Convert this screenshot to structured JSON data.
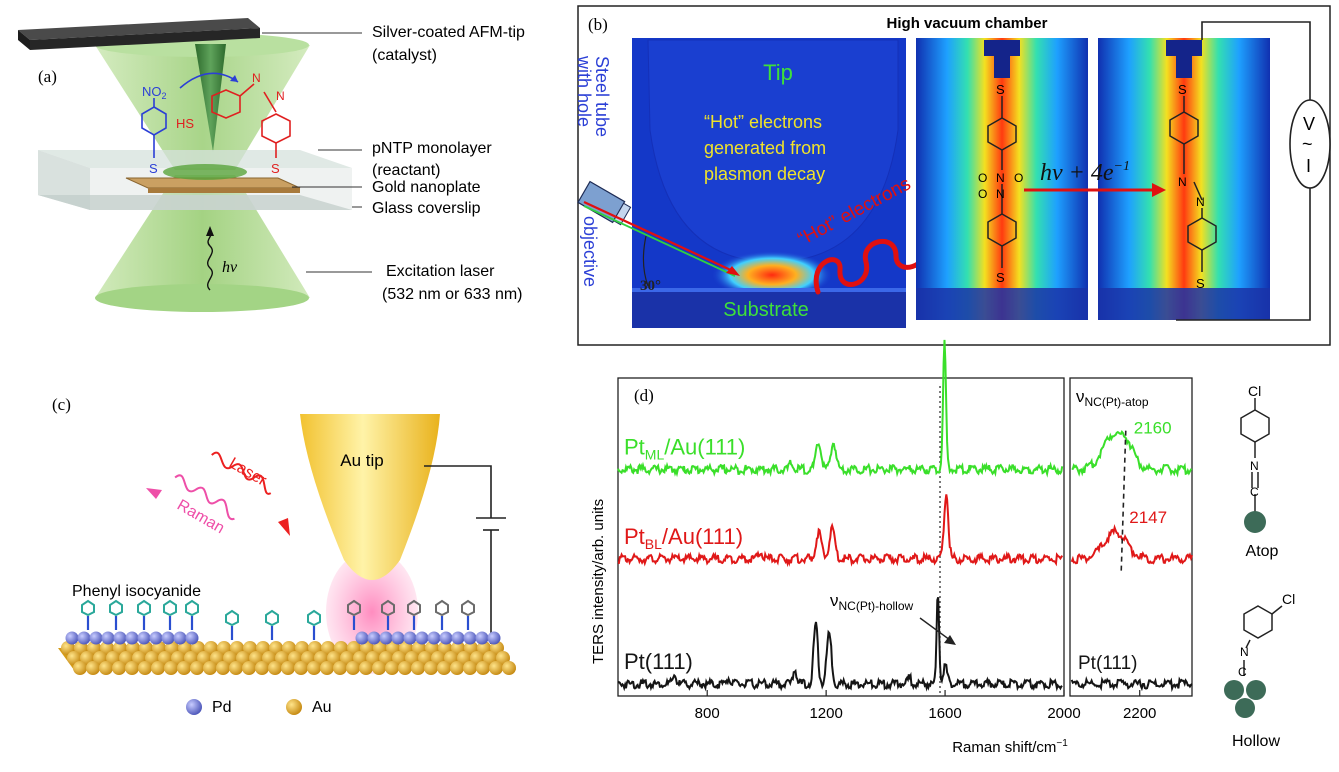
{
  "panel_a": {
    "label": "(a)",
    "callouts": {
      "tip": "Silver-coated AFM-tip",
      "tip_note": "(catalyst)",
      "monolayer": "pNTP monolayer",
      "monolayer_note": "(reactant)",
      "nanoplate": "Gold nanoplate",
      "coverslip": "Glass coverslip",
      "laser": "Excitation laser",
      "laser_note": "(532 nm or 633 nm)"
    },
    "molecule_left": {
      "top": "NO",
      "sub": "2",
      "sulfur": "S"
    },
    "molecule_right": {
      "thiol": "HS",
      "n1": "N",
      "n2": "N",
      "sulfur": "S"
    },
    "photon": "hν",
    "colors": {
      "beam": "#a9d98a",
      "cone_dark": "#3e7d3a",
      "left_mol": "#2b3fd6",
      "right_mol": "#e02020",
      "plate": "#c79a55"
    }
  },
  "panel_b": {
    "label": "(b)",
    "title": "High vacuum chamber",
    "tube_label_1": "Steel tube",
    "tube_label_2": "with hole",
    "objective": "objective",
    "tip": "Tip",
    "hot_line1": "“Hot” electrons",
    "hot_line2": "generated from",
    "hot_line3": "plasmon decay",
    "angle": "30°",
    "substrate": "Substrate",
    "hot_label": "“Hot” electrons",
    "reaction": "hν + 4e",
    "reaction_sup": "−1",
    "meter_v": "V",
    "meter_tilde": "~",
    "meter_i": "I",
    "atoms": {
      "s": "S",
      "n": "N",
      "o": "O"
    },
    "colors": {
      "field": "#1438c8",
      "hot": "#e01010",
      "accent": "#20d040"
    }
  },
  "panel_c": {
    "label": "(c)",
    "tip": "Au tip",
    "laser": "Laser",
    "raman": "Raman",
    "molecule": "Phenyl isocyanide",
    "legend": [
      {
        "name": "Pd",
        "color": "#6f78d8"
      },
      {
        "name": "Au",
        "color": "#d8a21c"
      }
    ]
  },
  "panel_d": {
    "label": "(d)",
    "atop_title": "ν",
    "atop_sub": "NC(Pt)-atop",
    "hollow_title": "ν",
    "hollow_sub": "NC(Pt)-hollow",
    "structures": {
      "atop": "Atop",
      "hollow": "Hollow",
      "cl": "Cl",
      "n": "N",
      "c": "C"
    },
    "chart_data": {
      "type": "line",
      "xlabel": "Raman shift/cm",
      "xlabel_sup": "−1",
      "ylabel": "TERS intensity/arb. units",
      "xlim": [
        500,
        2350
      ],
      "axis_break_at": 2000,
      "xticks": [
        800,
        1200,
        1600,
        2000,
        2200
      ],
      "reference_line": 1583,
      "series": [
        {
          "name": "Pt",
          "name_sub": "ML",
          "name_rest": "/Au(111)",
          "color": "#3adf2a",
          "offset": 0.72,
          "peaks": [
            [
              1175,
              0.09,
              12
            ],
            [
              1225,
              0.09,
              12
            ],
            [
              1082,
              0.02,
              8
            ],
            [
              1598,
              0.42,
              7
            ],
            [
              2120,
              0.11,
              40
            ],
            [
              2165,
              0.07,
              30
            ]
          ],
          "annotation": "2160",
          "annotation_x": 2160
        },
        {
          "name": "Pt",
          "name_sub": "BL",
          "name_rest": "/Au(111)",
          "color": "#e01818",
          "offset": 0.42,
          "peaks": [
            [
              1175,
              0.09,
              12
            ],
            [
              1220,
              0.1,
              13
            ],
            [
              980,
              0.02,
              10
            ],
            [
              1604,
              0.22,
              10
            ],
            [
              2130,
              0.09,
              45
            ]
          ],
          "annotation": "2147",
          "annotation_x": 2147
        },
        {
          "name": "Pt(111)",
          "name_sub": "",
          "name_rest": "",
          "color": "#151515",
          "offset": 0.0,
          "peaks": [
            [
              690,
              0.03,
              8
            ],
            [
              870,
              0.02,
              8
            ],
            [
              1095,
              0.05,
              9
            ],
            [
              1165,
              0.2,
              10
            ],
            [
              1210,
              0.17,
              11
            ],
            [
              1480,
              0.02,
              9
            ],
            [
              1576,
              0.3,
              6
            ],
            [
              1600,
              0.06,
              10
            ]
          ],
          "annotation": "Pt(111)",
          "annotation_x": 2150
        }
      ]
    }
  }
}
